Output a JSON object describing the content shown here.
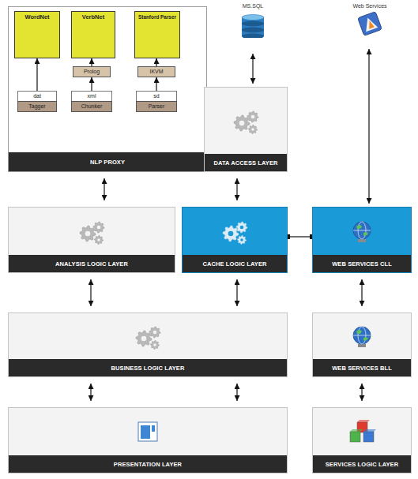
{
  "diagram": {
    "nodes": [
      {
        "text": [
          "NLP PROXY"
        ]
      },
      {
        "text": [
          "WordNet"
        ],
        "in": 0
      },
      {
        "text": [
          "VerbNet"
        ],
        "in": 0
      },
      {
        "text": [
          "Stanford Parser"
        ],
        "in": 0
      },
      {
        "text": [
          "Prolog"
        ],
        "in": 0
      },
      {
        "text": [
          "IKVM"
        ],
        "in": 0
      },
      {
        "text": [
          "dat"
        ],
        "in": 0
      },
      {
        "text": [
          "xml"
        ],
        "in": 0
      },
      {
        "text": [
          "sd"
        ],
        "in": 0
      },
      {
        "text": [
          "Tagger"
        ],
        "in": 0
      },
      {
        "text": [
          "Chunker"
        ],
        "in": 0
      },
      {
        "text": [
          "Parser"
        ],
        "in": 0
      },
      {
        "text": [
          "MS.SQL"
        ]
      },
      {
        "text": [
          "Web Services"
        ]
      },
      {
        "text": [
          "DATA ACCESS LAYER"
        ]
      },
      {
        "text": [
          "ANALYSIS LOGIC LAYER"
        ]
      },
      {
        "text": [
          "CACHE LOGIC LAYER"
        ]
      },
      {
        "text": [
          "WEB SERVICES CLL"
        ]
      },
      {
        "text": [
          "BUSINESS LOGIC LAYER"
        ]
      },
      {
        "text": [
          "WEB SERVICES BLL"
        ]
      },
      {
        "text": [
          "PRESENTATION LAYER"
        ]
      },
      {
        "text": [
          "SERVICES LOGIC LAYER"
        ]
      }
    ],
    "edges": [
      {
        "from": 6,
        "to": 1,
        "arrow": "to"
      },
      {
        "from": 4,
        "to": 2,
        "arrow": "to"
      },
      {
        "from": 7,
        "to": 4,
        "arrow": "to"
      },
      {
        "from": 5,
        "to": 3,
        "arrow": "to"
      },
      {
        "from": 8,
        "to": 5,
        "arrow": "to"
      },
      {
        "from": 12,
        "to": 14,
        "arrow": "both"
      },
      {
        "from": 13,
        "to": 17,
        "arrow": "both"
      },
      {
        "from": 0,
        "to": 15,
        "arrow": "both"
      },
      {
        "from": 14,
        "to": 16,
        "arrow": "both"
      },
      {
        "from": 16,
        "to": 17,
        "arrow": "none"
      },
      {
        "from": 15,
        "to": 18,
        "arrow": "both"
      },
      {
        "from": 16,
        "to": 18,
        "arrow": "both"
      },
      {
        "from": 17,
        "to": 19,
        "arrow": "both"
      },
      {
        "from": 18,
        "to": 20,
        "arrow": "both"
      },
      {
        "from": 18,
        "to": 20,
        "arrow": "both"
      },
      {
        "from": 19,
        "to": 21,
        "arrow": "both"
      }
    ]
  }
}
